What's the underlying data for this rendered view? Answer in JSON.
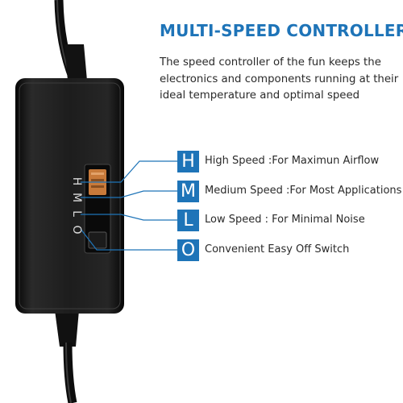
{
  "title": "MULTI-SPEED CONTROLLER",
  "description": [
    "The speed controller of the fun keeps the",
    "electronics and components running at their",
    "ideal temperature and optimal speed"
  ],
  "switch_markings": [
    "H",
    "M",
    "L",
    "O"
  ],
  "speeds": [
    {
      "letter": "H",
      "label": "High Speed :For Maximun Airflow"
    },
    {
      "letter": "M",
      "label": "Medium Speed :For Most Applications"
    },
    {
      "letter": "L",
      "label": "Low Speed : For Minimal Noise"
    },
    {
      "letter": "O",
      "label": "Convenient Easy Off Switch"
    }
  ],
  "colors": {
    "accent": "#1e74b8",
    "body": "#1c1c1c",
    "slider": "#c87a3a"
  }
}
